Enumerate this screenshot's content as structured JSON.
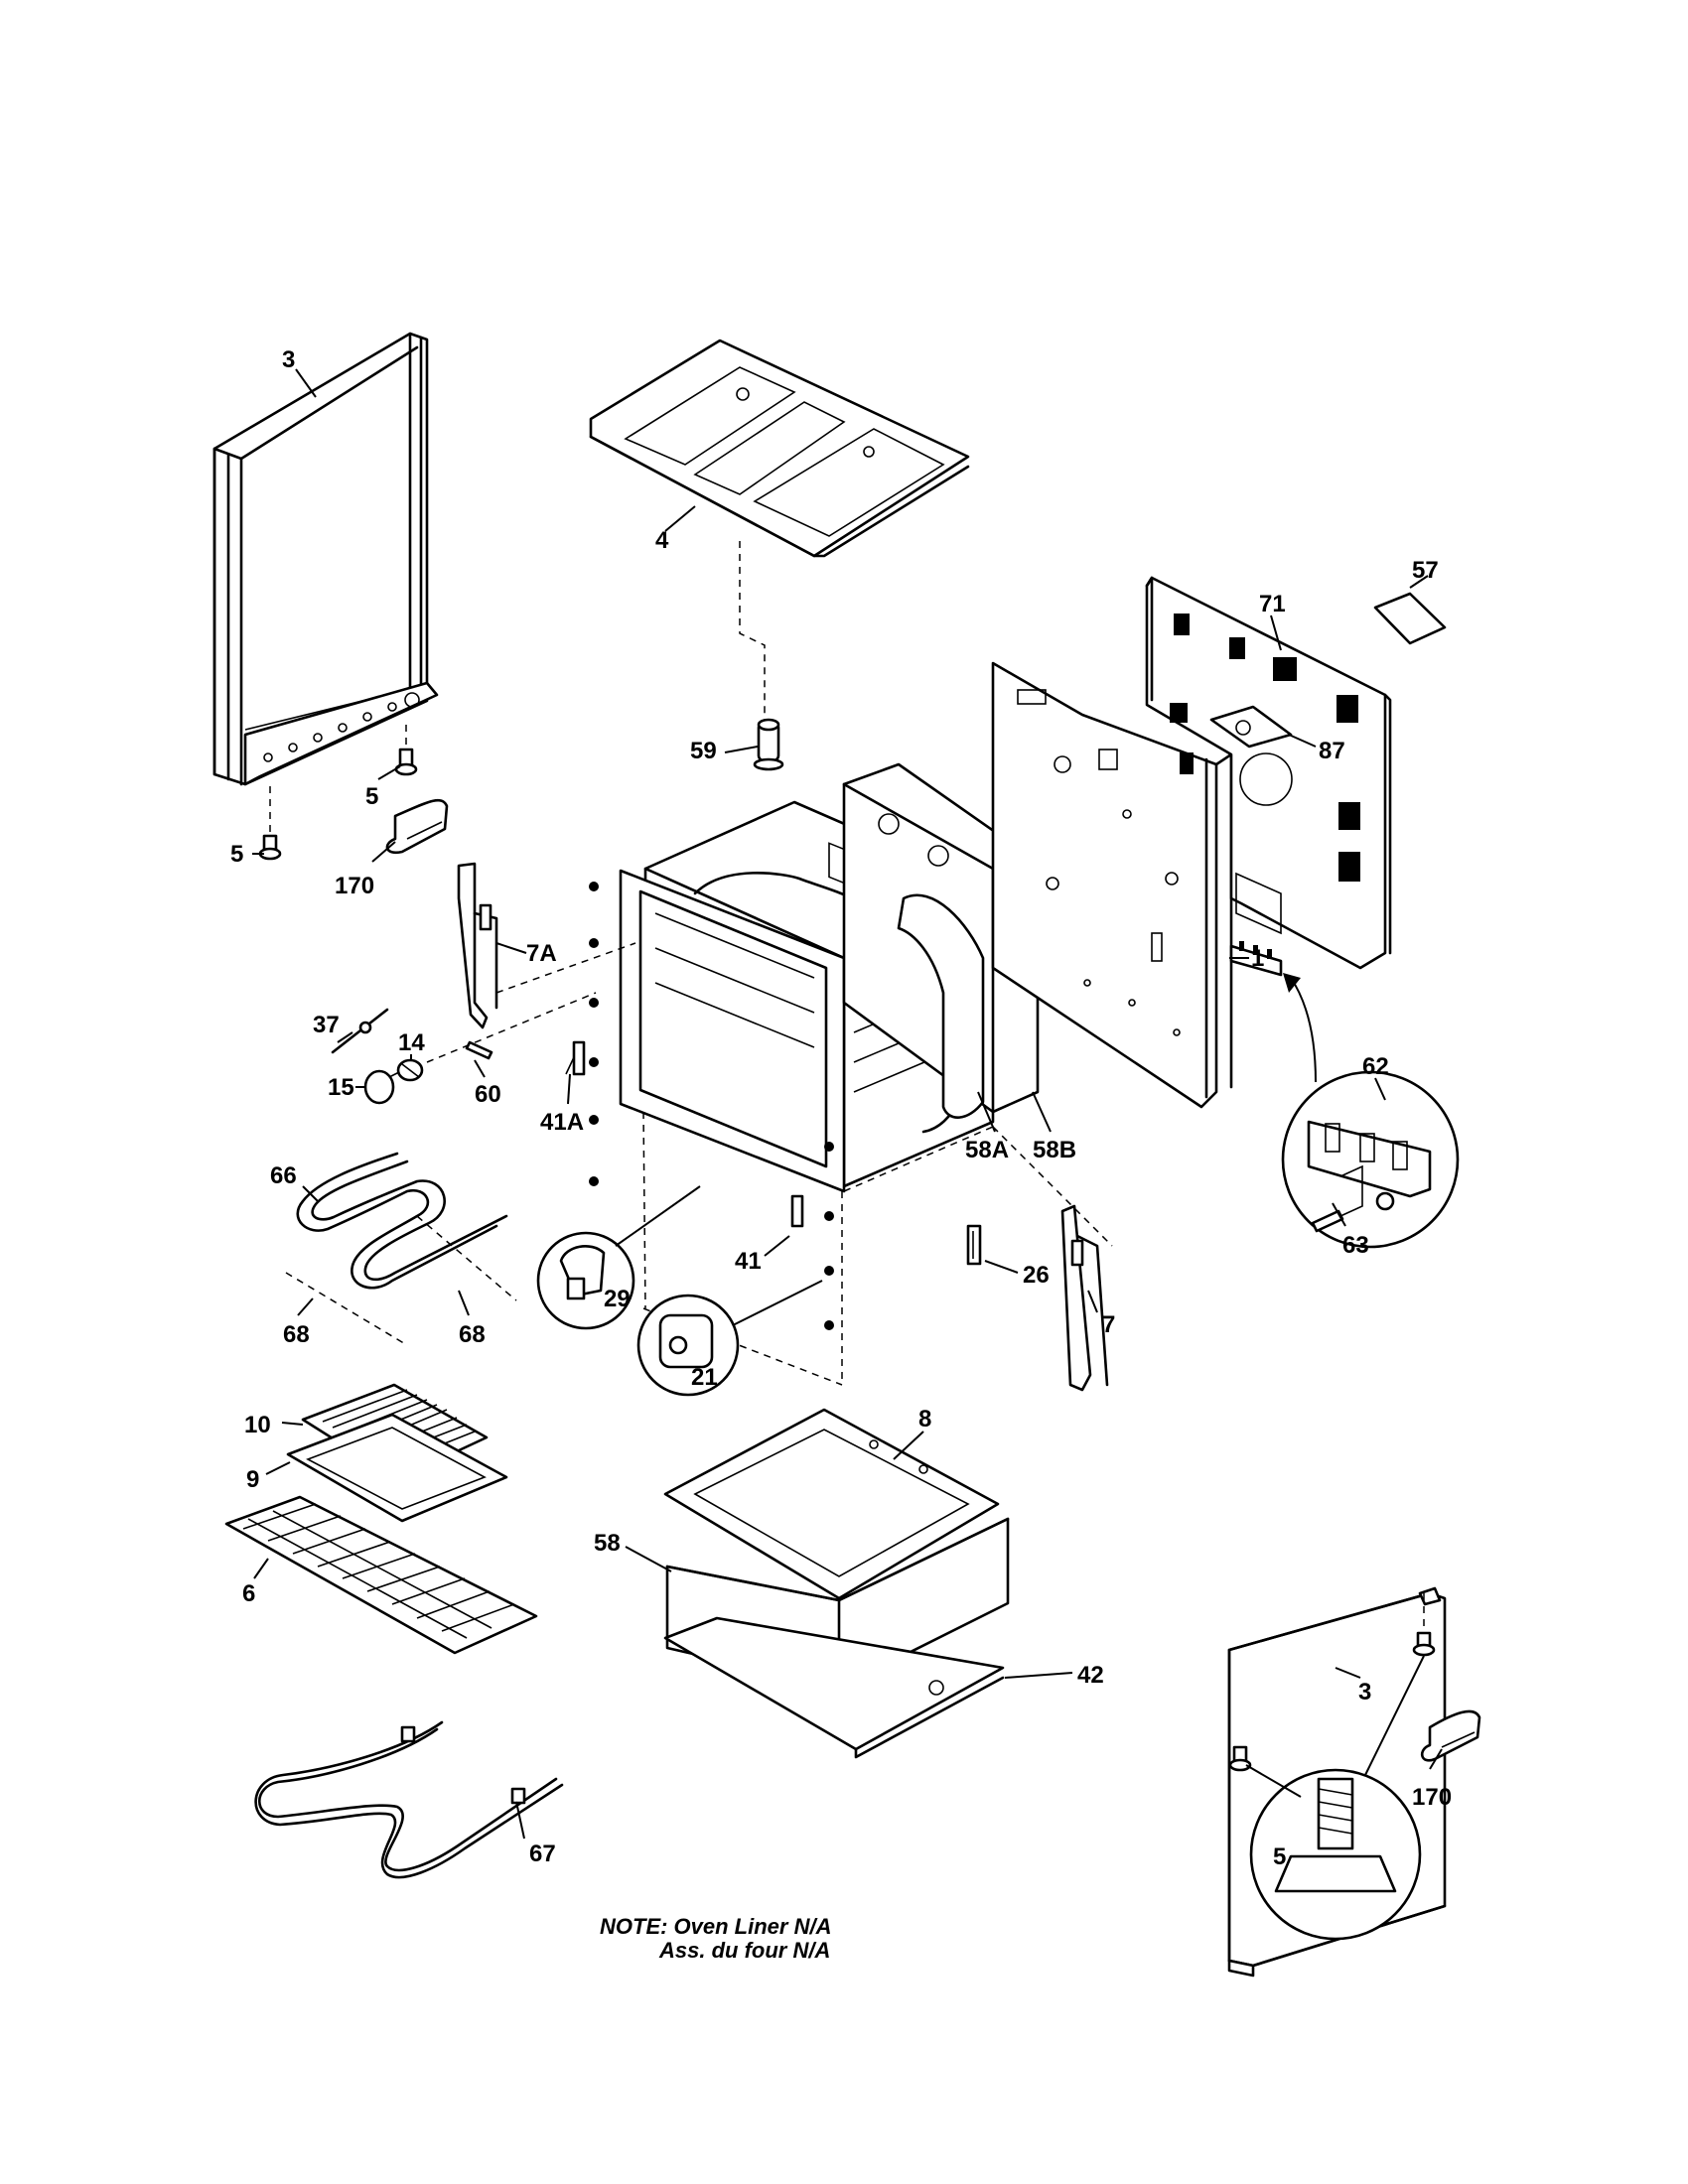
{
  "labels": {
    "p3_top": "3",
    "p3_bottom": "3",
    "p4": "4",
    "p57": "57",
    "p71": "71",
    "p87": "87",
    "p59": "59",
    "p5_a": "5",
    "p5_b": "5",
    "p5_c": "5",
    "p170_a": "170",
    "p170_b": "170",
    "p7A": "7A",
    "p37": "37",
    "p14": "14",
    "p15": "15",
    "p60": "60",
    "p41A": "41A",
    "p1": "1",
    "p62": "62",
    "p63": "63",
    "p58A": "58A",
    "p58B": "58B",
    "p66": "66",
    "p68_a": "68",
    "p68_b": "68",
    "p29": "29",
    "p21": "21",
    "p41": "41",
    "p26": "26",
    "p7": "7",
    "p10": "10",
    "p9": "9",
    "p6": "6",
    "p8": "8",
    "p58": "58",
    "p42": "42",
    "p67": "67"
  },
  "note": {
    "line1": "NOTE: Oven Liner N/A",
    "line2": "Ass. du four N/A"
  }
}
